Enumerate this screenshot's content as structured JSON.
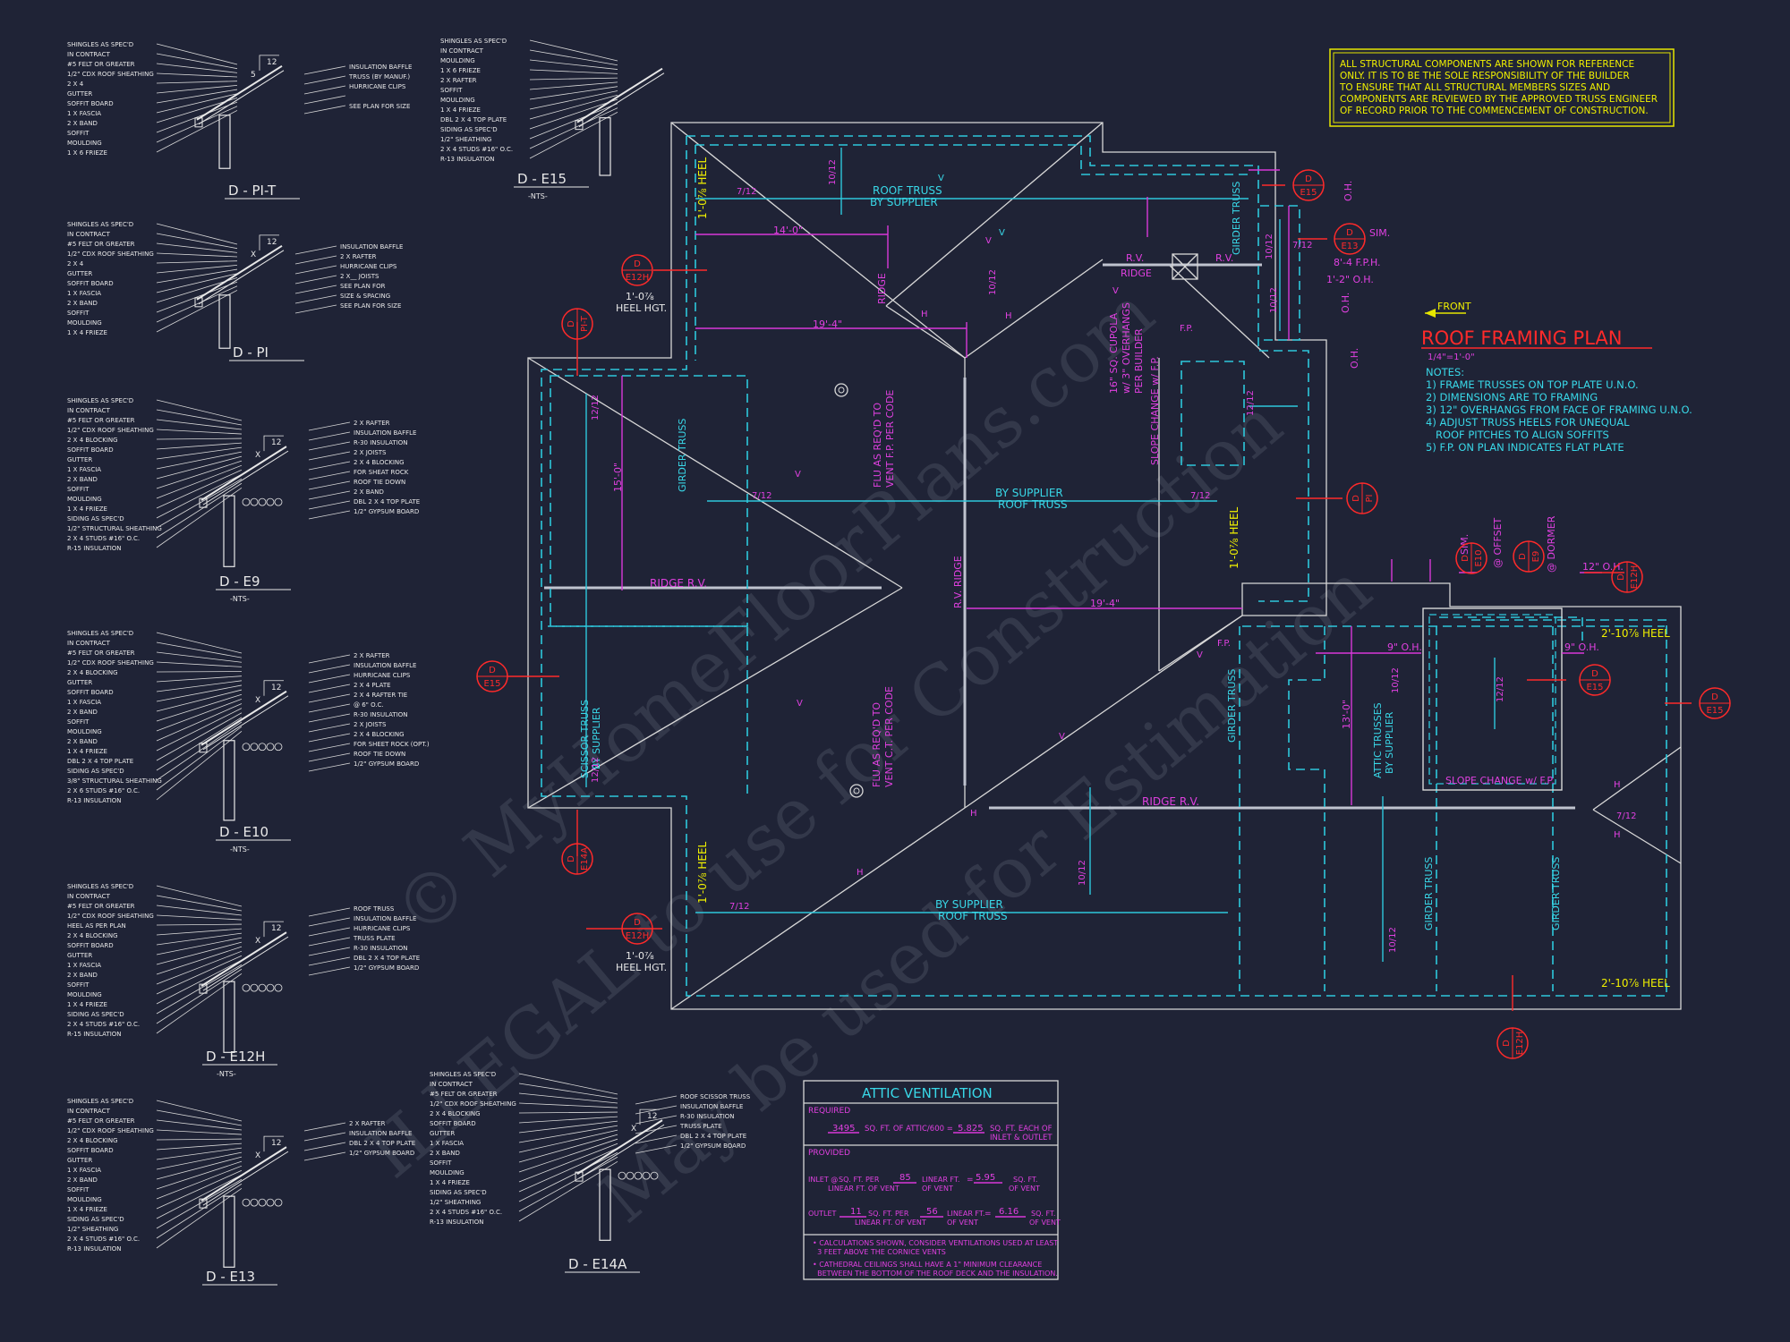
{
  "colors": {
    "background": "#1f2336",
    "outline": "#d8d8d8",
    "cyan": "#39d8e8",
    "magenta": "#e040e0",
    "yellow": "#f0f000",
    "red": "#ff2a2a"
  },
  "watermark": [
    "© MyHomeFloorPlans.com",
    "ILLEGAL to use for Construction",
    "May be used for Estimation"
  ],
  "note_box": {
    "lines": [
      "ALL STRUCTURAL COMPONENTS ARE SHOWN FOR REFERENCE",
      "ONLY. IT IS TO BE THE SOLE RESPONSIBILITY OF THE BUILDER",
      "TO ENSURE THAT ALL STRUCTURAL MEMBERS SIZES AND",
      "COMPONENTS ARE REVIEWED BY THE APPROVED TRUSS ENGINEER",
      "OF RECORD PRIOR TO THE COMMENCEMENT OF CONSTRUCTION."
    ]
  },
  "plan": {
    "front": "FRONT",
    "title": "ROOF FRAMING PLAN",
    "scale": "1/4\"=1'-0\"",
    "notes_title": "NOTES:",
    "notes": [
      "1) FRAME TRUSSES ON TOP PLATE U.N.O.",
      "2) DIMENSIONS ARE TO FRAMING",
      "3) 12\" OVERHANGS FROM FACE OF FRAMING U.N.O.",
      "4) ADJUST TRUSS HEELS FOR UNEQUAL",
      "   ROOF PITCHES TO ALIGN SOFFITS",
      "5) F.P. ON PLAN INDICATES FLAT PLATE"
    ],
    "labels": {
      "roof_truss_top": [
        "ROOF TRUSS",
        "BY SUPPLIER"
      ],
      "by_supplier_mid": [
        "BY SUPPLIER",
        "ROOF TRUSS"
      ],
      "by_supplier_bot": [
        "BY SUPPLIER",
        "ROOF TRUSS"
      ],
      "girder_truss": "GIRDER TRUSS",
      "scissor_truss": [
        "SCISSOR TRUSS",
        "BY SUPPLIER"
      ],
      "attic_trusses": [
        "ATTIC TRUSSES",
        "BY SUPPLIER"
      ],
      "ridge_rv": "RIDGE   R.V.",
      "rv_ridge": "R.V.  RIDGE",
      "ridge": "RIDGE",
      "rv": "R.V.",
      "cupola": [
        "16\" SQ. CUPOLA",
        "w/ 3\" OVERHANGS",
        "PER BUILDER"
      ],
      "slope_change_fp": "SLOPE CHANGE w/ F.P.",
      "slope_change": "SLOPE CHANGE w/ F.P.",
      "flu1": [
        "FLU AS REQ'D TO",
        "VENT F.P. PER CODE"
      ],
      "flu2": [
        "FLU AS REQ'D TO",
        "VENT C.T. PER CODE"
      ],
      "heel1": "1'-0⅞ HEEL",
      "heel2": "1'-0⅞ HEEL",
      "heel3": "1'-0⅞ HEEL",
      "heel4": "2'-10⅞ HEEL",
      "heel5": "2'-10⅞ HEEL",
      "heel_hgt1": [
        "1'-0⅞",
        "HEEL HGT."
      ],
      "heel_hgt2": [
        "1'-0⅞",
        "HEEL HGT."
      ],
      "dim14": "14'-0\"",
      "dim19a": "19'-4\"",
      "dim19b": "19'-4\"",
      "dim15": "15'-0\"",
      "dim13": "13'-0\"",
      "oh9a": "9\" O.H.",
      "oh9b": "9\" O.H.",
      "oh12": "12\" O.H.",
      "oh1_2": "1'-2\" O.H.",
      "oh_r1": "O.H.",
      "fph": "8'-4 F.P.H.",
      "sim": "SIM.",
      "offset": "@ OFFSET",
      "dormer": "@ DORMER",
      "pitch_7_12": "7/12",
      "pitch_10_12": "10/12",
      "pitch_12_12": "12/12"
    },
    "tags": [
      {
        "top": "D",
        "bot": "E15"
      },
      {
        "top": "D",
        "bot": "E13"
      },
      {
        "top": "D",
        "bot": "E12H"
      },
      {
        "top": "D",
        "bot": "PI-T"
      },
      {
        "top": "D",
        "bot": "PI"
      },
      {
        "top": "D",
        "bot": "E15"
      },
      {
        "top": "D",
        "bot": "E14A"
      },
      {
        "top": "D",
        "bot": "E12H"
      },
      {
        "top": "D",
        "bot": "E10"
      },
      {
        "top": "D",
        "bot": "E9"
      },
      {
        "top": "D",
        "bot": "E12H"
      },
      {
        "top": "D",
        "bot": "E15"
      },
      {
        "top": "D",
        "bot": "E15"
      },
      {
        "top": "D",
        "bot": "E12H"
      }
    ]
  },
  "details": [
    {
      "title": "D - PI-T",
      "sub": "",
      "pitch": [
        "5",
        "12"
      ],
      "left": [
        "SHINGLES AS SPEC'D",
        "IN CONTRACT",
        "#5 FELT OR GREATER",
        "1/2\" CDX ROOF SHEATHING",
        "2 X 4",
        "GUTTER",
        "SOFFIT BOARD",
        "1 X   FASCIA",
        "2 X   BAND",
        "SOFFIT",
        "MOULDING",
        "1 X 6 FRIEZE"
      ],
      "right": [
        "INSULATION BAFFLE",
        "TRUSS (BY MANUF.)",
        "HURRICANE CLIPS",
        "",
        "SEE PLAN FOR SIZE"
      ]
    },
    {
      "title": "D - PI",
      "sub": "",
      "pitch": [
        "X",
        "12"
      ],
      "left": [
        "SHINGLES AS SPEC'D",
        "IN CONTRACT",
        "#5 FELT OR GREATER",
        "1/2\" CDX ROOF SHEATHING",
        "2 X 4",
        "GUTTER",
        "SOFFIT BOARD",
        "1 X   FASCIA",
        "2 X   BAND",
        "SOFFIT",
        "MOULDING",
        "1 X 4 FRIEZE"
      ],
      "right": [
        "INSULATION BAFFLE",
        "2 X   RAFTER",
        "HURRICANE CLIPS",
        "2 X__ JOISTS",
        "SEE PLAN FOR",
        "SIZE & SPACING",
        "SEE PLAN FOR SIZE"
      ]
    },
    {
      "title": "D - E9",
      "sub": "-NTS-",
      "pitch": [
        "X",
        "12"
      ],
      "left": [
        "SHINGLES AS SPEC'D",
        "IN CONTRACT",
        "#5 FELT OR GREATER",
        "1/2\" CDX ROOF SHEATHING",
        "2 X 4 BLOCKING",
        "SOFFIT BOARD",
        "GUTTER",
        "1 X   FASCIA",
        "2 X   BAND",
        "SOFFIT",
        "MOULDING",
        "1 X 4 FRIEZE",
        "SIDING AS SPEC'D",
        "1/2\" STRUCTURAL SHEATHING",
        "2 X 4 STUDS #16\" O.C.",
        "R-15 INSULATION"
      ],
      "right": [
        "2 X   RAFTER",
        "INSULATION BAFFLE",
        "R-30 INSULATION",
        "2 X   JOISTS",
        "2 X 4 BLOCKING",
        "FOR SHEAT ROCK",
        "ROOF TIE DOWN",
        "2 X   BAND",
        "DBL 2 X 4 TOP PLATE",
        "1/2\" GYPSUM BOARD"
      ]
    },
    {
      "title": "D - E10",
      "sub": "-NTS-",
      "pitch": [
        "X",
        "12"
      ],
      "left": [
        "SHINGLES AS SPEC'D",
        "IN CONTRACT",
        "#5 FELT OR GREATER",
        "1/2\" CDX ROOF SHEATHING",
        "2 X 4 BLOCKING",
        "GUTTER",
        "SOFFIT BOARD",
        "1 X   FASCIA",
        "2 X   BAND",
        "SOFFIT",
        "MOULDING",
        "2 X   BAND",
        "1 X 4 FRIEZE",
        "DBL 2 X 4 TOP PLATE",
        "SIDING AS SPEC'D",
        "3/8\" STRUCTURAL SHEATHING",
        "2 X 6 STUDS #16\" O.C.",
        "R-13 INSULATION"
      ],
      "right": [
        "2 X   RAFTER",
        "INSULATION BAFFLE",
        "HURRICANE CLIPS",
        "2 X 4 PLATE",
        "2 X 4 RAFTER TIE",
        "@ 6\" O.C.",
        "R-30 INSULATION",
        "2 X   JOISTS",
        "2 X 4 BLOCKING",
        "FOR SHEET ROCK (OPT.)",
        "ROOF TIE DOWN",
        "1/2\" GYPSUM BOARD"
      ]
    },
    {
      "title": "D - E12H",
      "sub": "-NTS-",
      "pitch": [
        "X",
        "12"
      ],
      "left": [
        "SHINGLES AS SPEC'D",
        "IN CONTRACT",
        "#5 FELT OR GREATER",
        "1/2\" CDX ROOF SHEATHING",
        "HEEL AS PER PLAN",
        "2 X 4 BLOCKING",
        "SOFFIT BOARD",
        "GUTTER",
        "1 X   FASCIA",
        "2 X   BAND",
        "SOFFIT",
        "MOULDING",
        "1 X 4 FRIEZE",
        "SIDING AS SPEC'D",
        "2 X 4 STUDS #16\" O.C.",
        "R-15 INSULATION"
      ],
      "right": [
        "ROOF TRUSS",
        "INSULATION BAFFLE",
        "HURRICANE CLIPS",
        "TRUSS PLATE",
        "R-30 INSULATION",
        "DBL 2 X 4 TOP PLATE",
        "1/2\" GYPSUM BOARD"
      ]
    },
    {
      "title": "D - E13",
      "sub": "",
      "pitch": [
        "X",
        "12"
      ],
      "left": [
        "SHINGLES AS SPEC'D",
        "IN CONTRACT",
        "#5 FELT OR GREATER",
        "1/2\" CDX ROOF SHEATHING",
        "2 X 4 BLOCKING",
        "SOFFIT BOARD",
        "GUTTER",
        "1 X   FASCIA",
        "2 X   BAND",
        "SOFFIT",
        "MOULDING",
        "1 X 4 FRIEZE",
        "SIDING AS SPEC'D",
        "1/2\" SHEATHING",
        "2 X 4 STUDS #16\" O.C.",
        "R-13 INSULATION"
      ],
      "right": [
        "2 X   RAFTER",
        "INSULATION BAFFLE",
        "DBL 2 X 4 TOP PLATE",
        "1/2\" GYPSUM BOARD"
      ]
    },
    {
      "title": "D - E15",
      "sub": "-NTS-",
      "pitch": [
        "",
        ""
      ],
      "left": [
        "SHINGLES AS SPEC'D",
        "IN CONTRACT",
        "MOULDING",
        "1 X 6 FRIEZE",
        "2 X   RAFTER",
        "SOFFIT",
        "MOULDING",
        "1 X 4 FRIEZE",
        "DBL 2 X 4 TOP PLATE",
        "SIDING AS SPEC'D",
        "1/2\" SHEATHING",
        "2 X 4 STUDS #16\" O.C.",
        "R-13 INSULATION"
      ],
      "right": []
    },
    {
      "title": "D - E14A",
      "sub": "",
      "pitch": [
        "X",
        "12"
      ],
      "left": [
        "SHINGLES AS SPEC'D",
        "IN CONTRACT",
        "#5 FELT OR GREATER",
        "1/2\" CDX ROOF SHEATHING",
        "2 X 4 BLOCKING",
        "SOFFIT BOARD",
        "GUTTER",
        "1 X   FASCIA",
        "2 X   BAND",
        "SOFFIT",
        "MOULDING",
        "1 X 4 FRIEZE",
        "SIDING AS SPEC'D",
        "1/2\" SHEATHING",
        "2 X 4 STUDS #16\" O.C.",
        "R-13 INSULATION"
      ],
      "right": [
        "ROOF SCISSOR TRUSS",
        "INSULATION BAFFLE",
        "R-30 INSULATION",
        "TRUSS PLATE",
        "DBL 2 X 4 TOP PLATE",
        "1/2\" GYPSUM BOARD"
      ]
    }
  ],
  "attic": {
    "title": "ATTIC VENTILATION",
    "required": "REQUIRED",
    "req_line": [
      "3495",
      "SQ. FT. OF ATTIC/600 =",
      "5.825",
      "SQ. FT. EACH OF",
      "INLET & OUTLET"
    ],
    "provided": "PROVIDED",
    "inlet": [
      "INLET @",
      "SQ. FT. PER",
      "85",
      "LINEAR FT. OF VENT",
      "LINEAR FT.",
      "OF VENT",
      "=",
      "5.95",
      "SQ. FT.",
      "OF VENT"
    ],
    "outlet": [
      "OUTLET",
      "11",
      "SQ. FT. PER",
      "56",
      "LINEAR FT. OF VENT",
      "LINEAR FT.",
      "OF VENT",
      "=",
      "6.16",
      "SQ. FT.",
      "OF VENT"
    ],
    "foot1": [
      "• CALCULATIONS SHOWN, CONSIDER VENTILATIONS USED AT LEAST",
      "  3 FEET ABOVE THE CORNICE VENTS"
    ],
    "foot2": [
      "• CATHEDRAL CEILINGS SHALL HAVE A 1\" MINIMUM CLEARANCE",
      "  BETWEEN THE BOTTOM OF THE ROOF DECK AND THE INSULATION."
    ]
  }
}
